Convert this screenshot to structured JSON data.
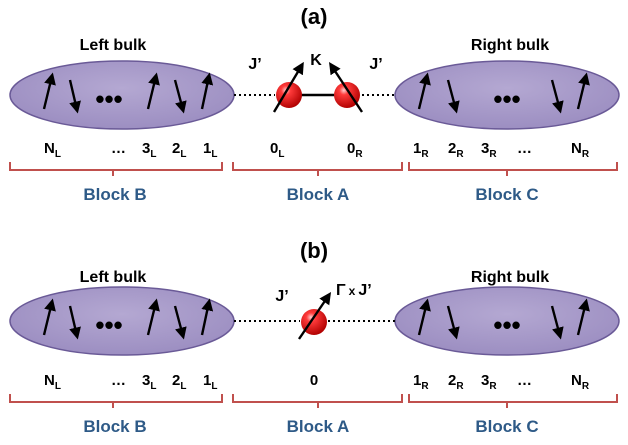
{
  "panel_a": {
    "label": "(a)",
    "left_bulk": "Left bulk",
    "right_bulk": "Right bulk",
    "coupling_left": "J’",
    "coupling_right": "J’",
    "center_coupling": "K",
    "dots": "•••",
    "left_sites": {
      "n": "N",
      "n_sub": "L",
      "ellipsis": "…",
      "s3": "3",
      "s3_sub": "L",
      "s2": "2",
      "s2_sub": "L",
      "s1": "1",
      "s1_sub": "L"
    },
    "center_sites": {
      "s0l": "0",
      "s0l_sub": "L",
      "s0r": "0",
      "s0r_sub": "R"
    },
    "right_sites": {
      "s1": "1",
      "s1_sub": "R",
      "s2": "2",
      "s2_sub": "R",
      "s3": "3",
      "s3_sub": "R",
      "ellipsis": "…",
      "n": "N",
      "n_sub": "R"
    },
    "blocks": {
      "b": "Block B",
      "a": "Block A",
      "c": "Block C"
    }
  },
  "panel_b": {
    "label": "(b)",
    "left_bulk": "Left bulk",
    "right_bulk": "Right bulk",
    "coupling_left": "J’",
    "center_coupling_gamma": "Γ",
    "center_coupling_x": "x",
    "center_coupling_j": "J’",
    "dots": "•••",
    "left_sites": {
      "n": "N",
      "n_sub": "L",
      "ellipsis": "…",
      "s3": "3",
      "s3_sub": "L",
      "s2": "2",
      "s2_sub": "L",
      "s1": "1",
      "s1_sub": "L"
    },
    "center_site": "0",
    "right_sites": {
      "s1": "1",
      "s1_sub": "R",
      "s2": "2",
      "s2_sub": "R",
      "s3": "3",
      "s3_sub": "R",
      "ellipsis": "…",
      "n": "N",
      "n_sub": "R"
    },
    "blocks": {
      "b": "Block B",
      "a": "Block A",
      "c": "Block C"
    }
  },
  "colors": {
    "ellipse_fill": "#a496c6",
    "ellipse_stroke": "#6a5a97",
    "spin_red": "#d60000",
    "bracket": "#c0504d",
    "block_text": "#2e5a87"
  }
}
